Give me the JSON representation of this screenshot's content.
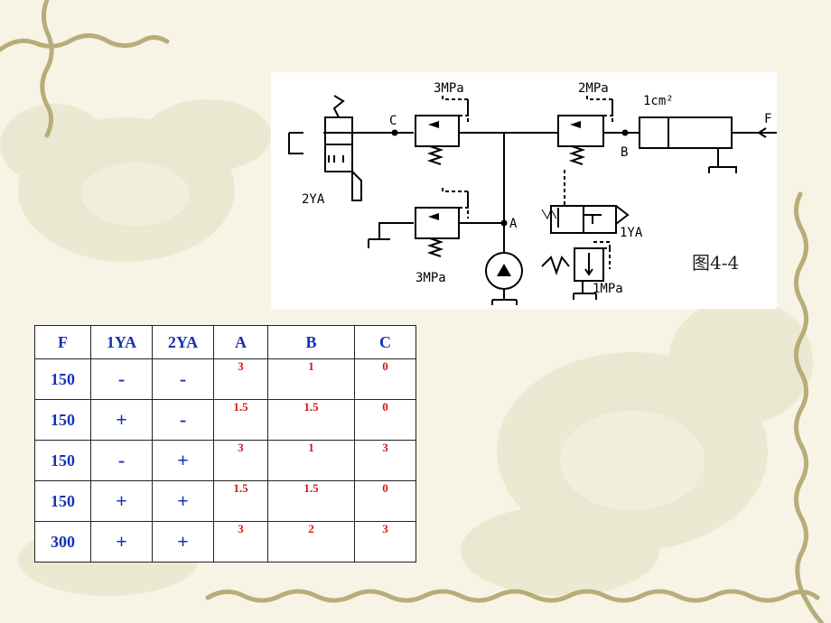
{
  "diagram": {
    "figure_label": "图4-4",
    "labels": {
      "C": "C",
      "B": "B",
      "A": "A",
      "F": "F",
      "p3_top": "3MPa",
      "p2_top": "2MPa",
      "area": "1cm²",
      "valve_2YA": "2YA",
      "valve_1YA": "1YA",
      "p3_bottom": "3MPa",
      "p1_bottom": "1MPa"
    }
  },
  "table": {
    "headers": [
      "F",
      "1YA",
      "2YA",
      "A",
      "B",
      "C"
    ],
    "rows": [
      [
        "150",
        "-",
        "-",
        "3",
        "1",
        "0"
      ],
      [
        "150",
        "+",
        "-",
        "1.5",
        "1.5",
        "0"
      ],
      [
        "150",
        "-",
        "+",
        "3",
        "1",
        "3"
      ],
      [
        "150",
        "+",
        "+",
        "1.5",
        "1.5",
        "0"
      ],
      [
        "300",
        "+",
        "+",
        "3",
        "2",
        "3"
      ]
    ]
  },
  "colors": {
    "header_text": "#1533b4",
    "pressure_values": "#d61616",
    "background": "#f7f4e6"
  }
}
